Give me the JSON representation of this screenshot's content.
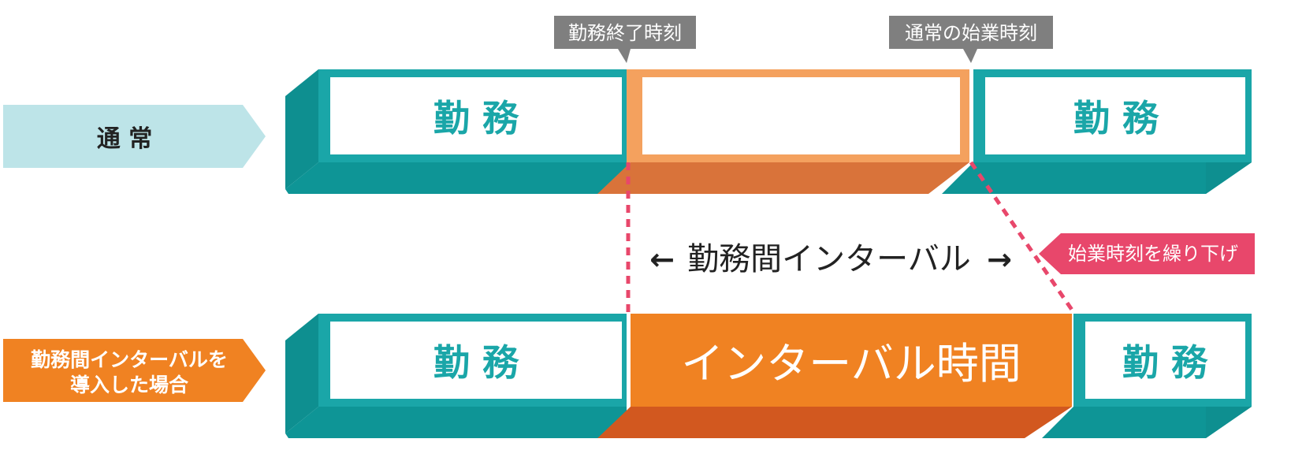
{
  "callouts": {
    "work_end_time": "勤務終了時刻",
    "normal_start_time": "通常の始業時刻",
    "start_time_pushed_back": "始業時刻を繰り下げ"
  },
  "rows": {
    "normal": {
      "label": "通 常",
      "blocks": [
        "勤 務",
        "",
        "勤 務"
      ]
    },
    "interval": {
      "label_line1": "勤務間インターバルを",
      "label_line2": "導入した場合",
      "blocks": [
        "勤 務",
        "インターバル時間",
        "勤 務"
      ]
    }
  },
  "interval_arrow_label": "勤務間インターバル",
  "arrow_left": "←",
  "arrow_right": "→",
  "colors": {
    "teal": "#1aa6a8",
    "teal_dark": "#0e8f90",
    "teal_text": "#1aa6a8",
    "orange_light": "#f4a15e",
    "orange_dark": "#d9733a",
    "orange_main": "#f08222",
    "orange_shadow": "#d2581f",
    "pink": "#e8476b",
    "gray": "#7f7f7f",
    "light_teal_tag": "#bde4e8",
    "orange_tag": "#f08222"
  }
}
